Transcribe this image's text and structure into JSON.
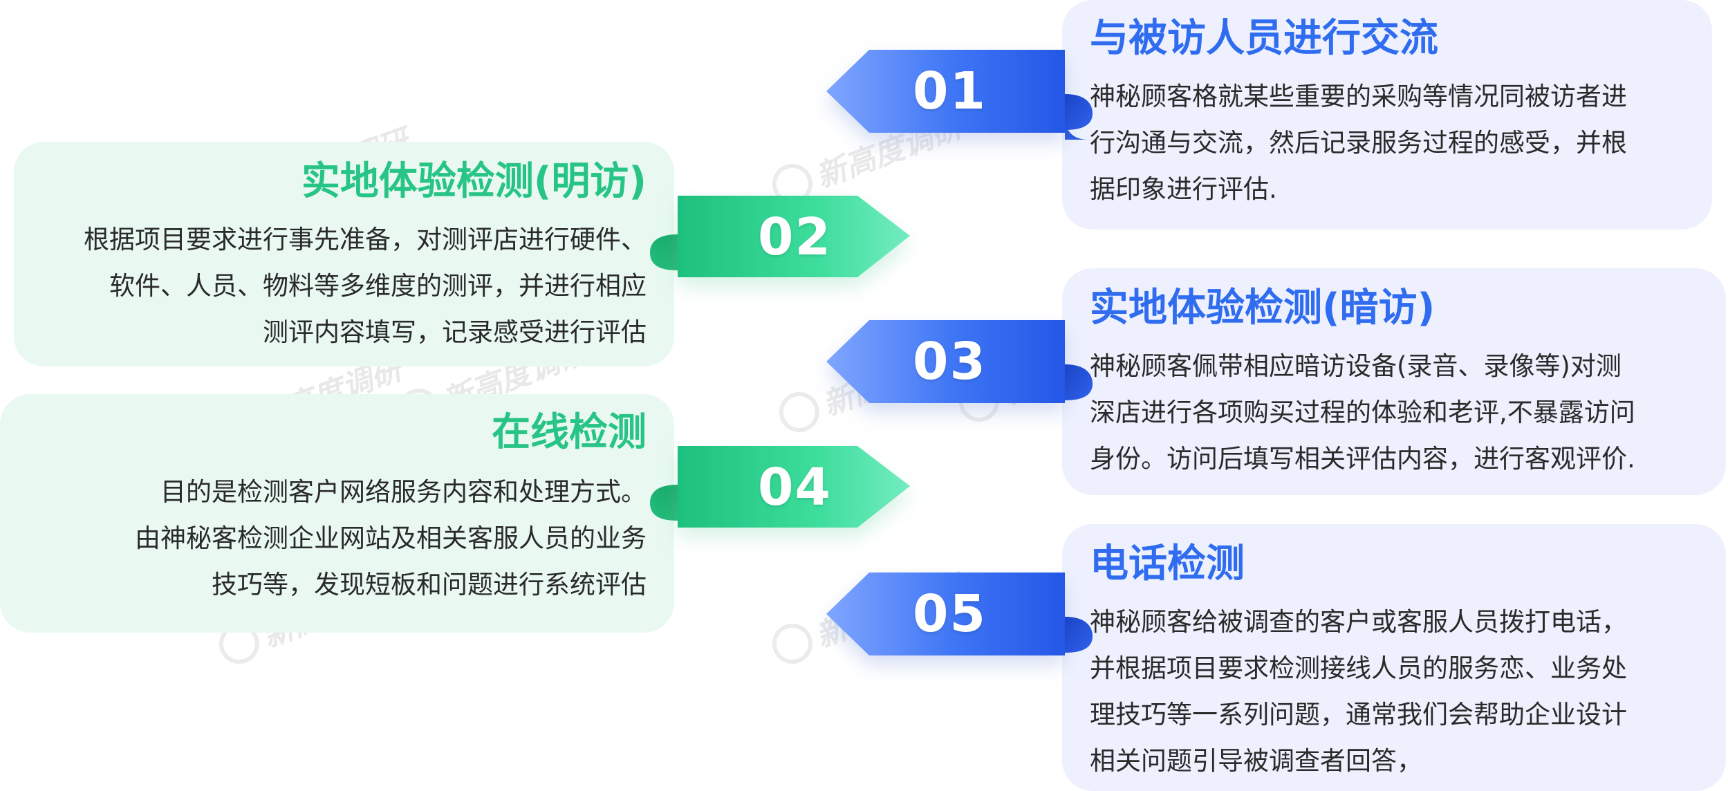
{
  "colors": {
    "blue_accent": "#2f6cf0",
    "green_accent": "#27c485",
    "blue_card_bg": "#eef1fd",
    "green_card_bg": "#e9f9f2",
    "body_text": "#2a2a2a"
  },
  "watermark": {
    "text": "新高度调研",
    "logo_icon": "circle-logo-icon"
  },
  "items": [
    {
      "number": "01",
      "title": "与被访人员进行交流",
      "lines": [
        "神秘顾客格就某些重要的采购等情况同被访者进",
        "行沟通与交流，然后记录服务过程的感受，并根",
        "据印象进行评估."
      ]
    },
    {
      "number": "02",
      "title": "实地体验检测(明访)",
      "lines": [
        "根据项目要求进行事先准备，对测评店进行硬件、",
        "软件、人员、物料等多维度的测评，并进行相应",
        "测评内容填写，记录感受进行评估"
      ]
    },
    {
      "number": "03",
      "title": "实地体验检测(暗访)",
      "lines": [
        "神秘顾客佩带相应暗访设备(录音、录像等)对测",
        "深店进行各项购买过程的体验和老评,不暴露访问",
        "身份。访问后填写相关评估内容，进行客观评价."
      ]
    },
    {
      "number": "04",
      "title": "在线检测",
      "lines": [
        "目的是检测客户网络服务内容和处理方式。",
        "由神秘客检测企业网站及相关客服人员的业务",
        "技巧等，发现短板和问题进行系统评估"
      ]
    },
    {
      "number": "05",
      "title": "电话检测",
      "lines": [
        "神秘顾客给被调查的客户或客服人员拨打电话，",
        "并根据项目要求检测接线人员的服务恋、业务处",
        "理技巧等一系列问题，通常我们会帮助企业设计",
        "相关问题引导被调查者回答，"
      ]
    }
  ]
}
